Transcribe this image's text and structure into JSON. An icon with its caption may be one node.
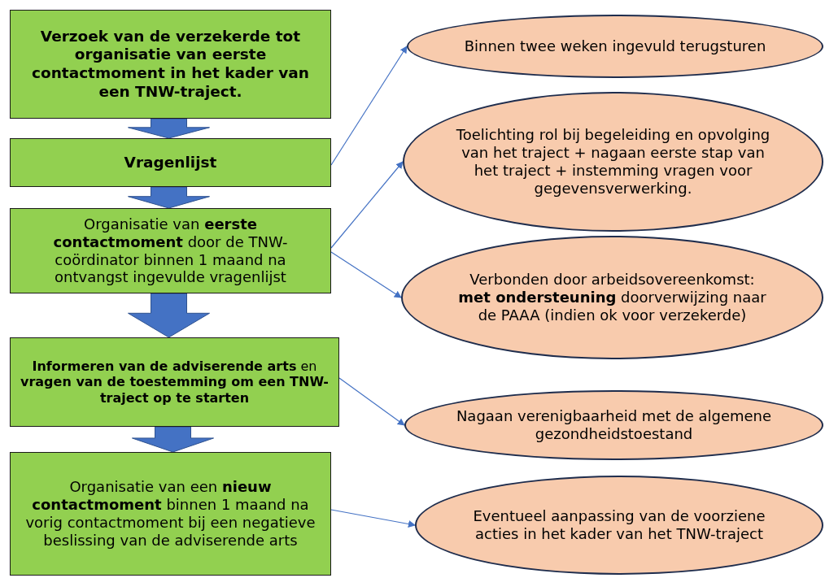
{
  "diagram": {
    "nodes": [
      {
        "text": [
          "Verzoek van de verzekerde tot organisatie van eerste contactmoment in het kader van een TNW-traject."
        ]
      },
      {
        "text": [
          "Vragenlijst"
        ]
      },
      {
        "text": [
          "Organisatie van **eerste contactmoment** door de TNW-coördinator binnen 1 maand na ontvangst ingevulde vragenlijst"
        ]
      },
      {
        "text": [
          "**Informeren van de adviserende arts** en **vragen van de toestemming om een TNW-traject op te starten**"
        ]
      },
      {
        "text": [
          "Organisatie van een **nieuw contactmoment** binnen 1 maand na vorig contactmoment bij een negatieve beslissing van de adviserende arts"
        ]
      },
      {
        "text": [
          "Binnen twee weken ingevuld terugsturen"
        ]
      },
      {
        "text": [
          "Toelichting rol bij begeleiding en opvolging van het traject + nagaan eerste stap van het traject + instemming vragen voor gegevensverwerking."
        ]
      },
      {
        "text": [
          "Verbonden door arbeidsovereenkomst: **met ondersteuning** doorverwijzing naar de PAAA (indien ok voor verzekerde)"
        ]
      },
      {
        "text": [
          "Nagaan verenigbaarheid met de algemene gezondheidstoestand"
        ]
      },
      {
        "text": [
          "Eventueel aanpassing van de voorziene acties in het kader van het TNW-traject"
        ]
      }
    ],
    "edges": [
      {
        "from": 0,
        "to": 1,
        "arrow": "to",
        "style": "thick"
      },
      {
        "from": 1,
        "to": 2,
        "arrow": "to",
        "style": "thick"
      },
      {
        "from": 2,
        "to": 3,
        "arrow": "to",
        "style": "thick"
      },
      {
        "from": 3,
        "to": 4,
        "arrow": "to",
        "style": "thick"
      },
      {
        "from": 1,
        "to": 5,
        "arrow": "to"
      },
      {
        "from": 2,
        "to": 6,
        "arrow": "to"
      },
      {
        "from": 2,
        "to": 7,
        "arrow": "to"
      },
      {
        "from": 3,
        "to": 8,
        "arrow": "to"
      },
      {
        "from": 4,
        "to": 9,
        "arrow": "to"
      }
    ]
  }
}
